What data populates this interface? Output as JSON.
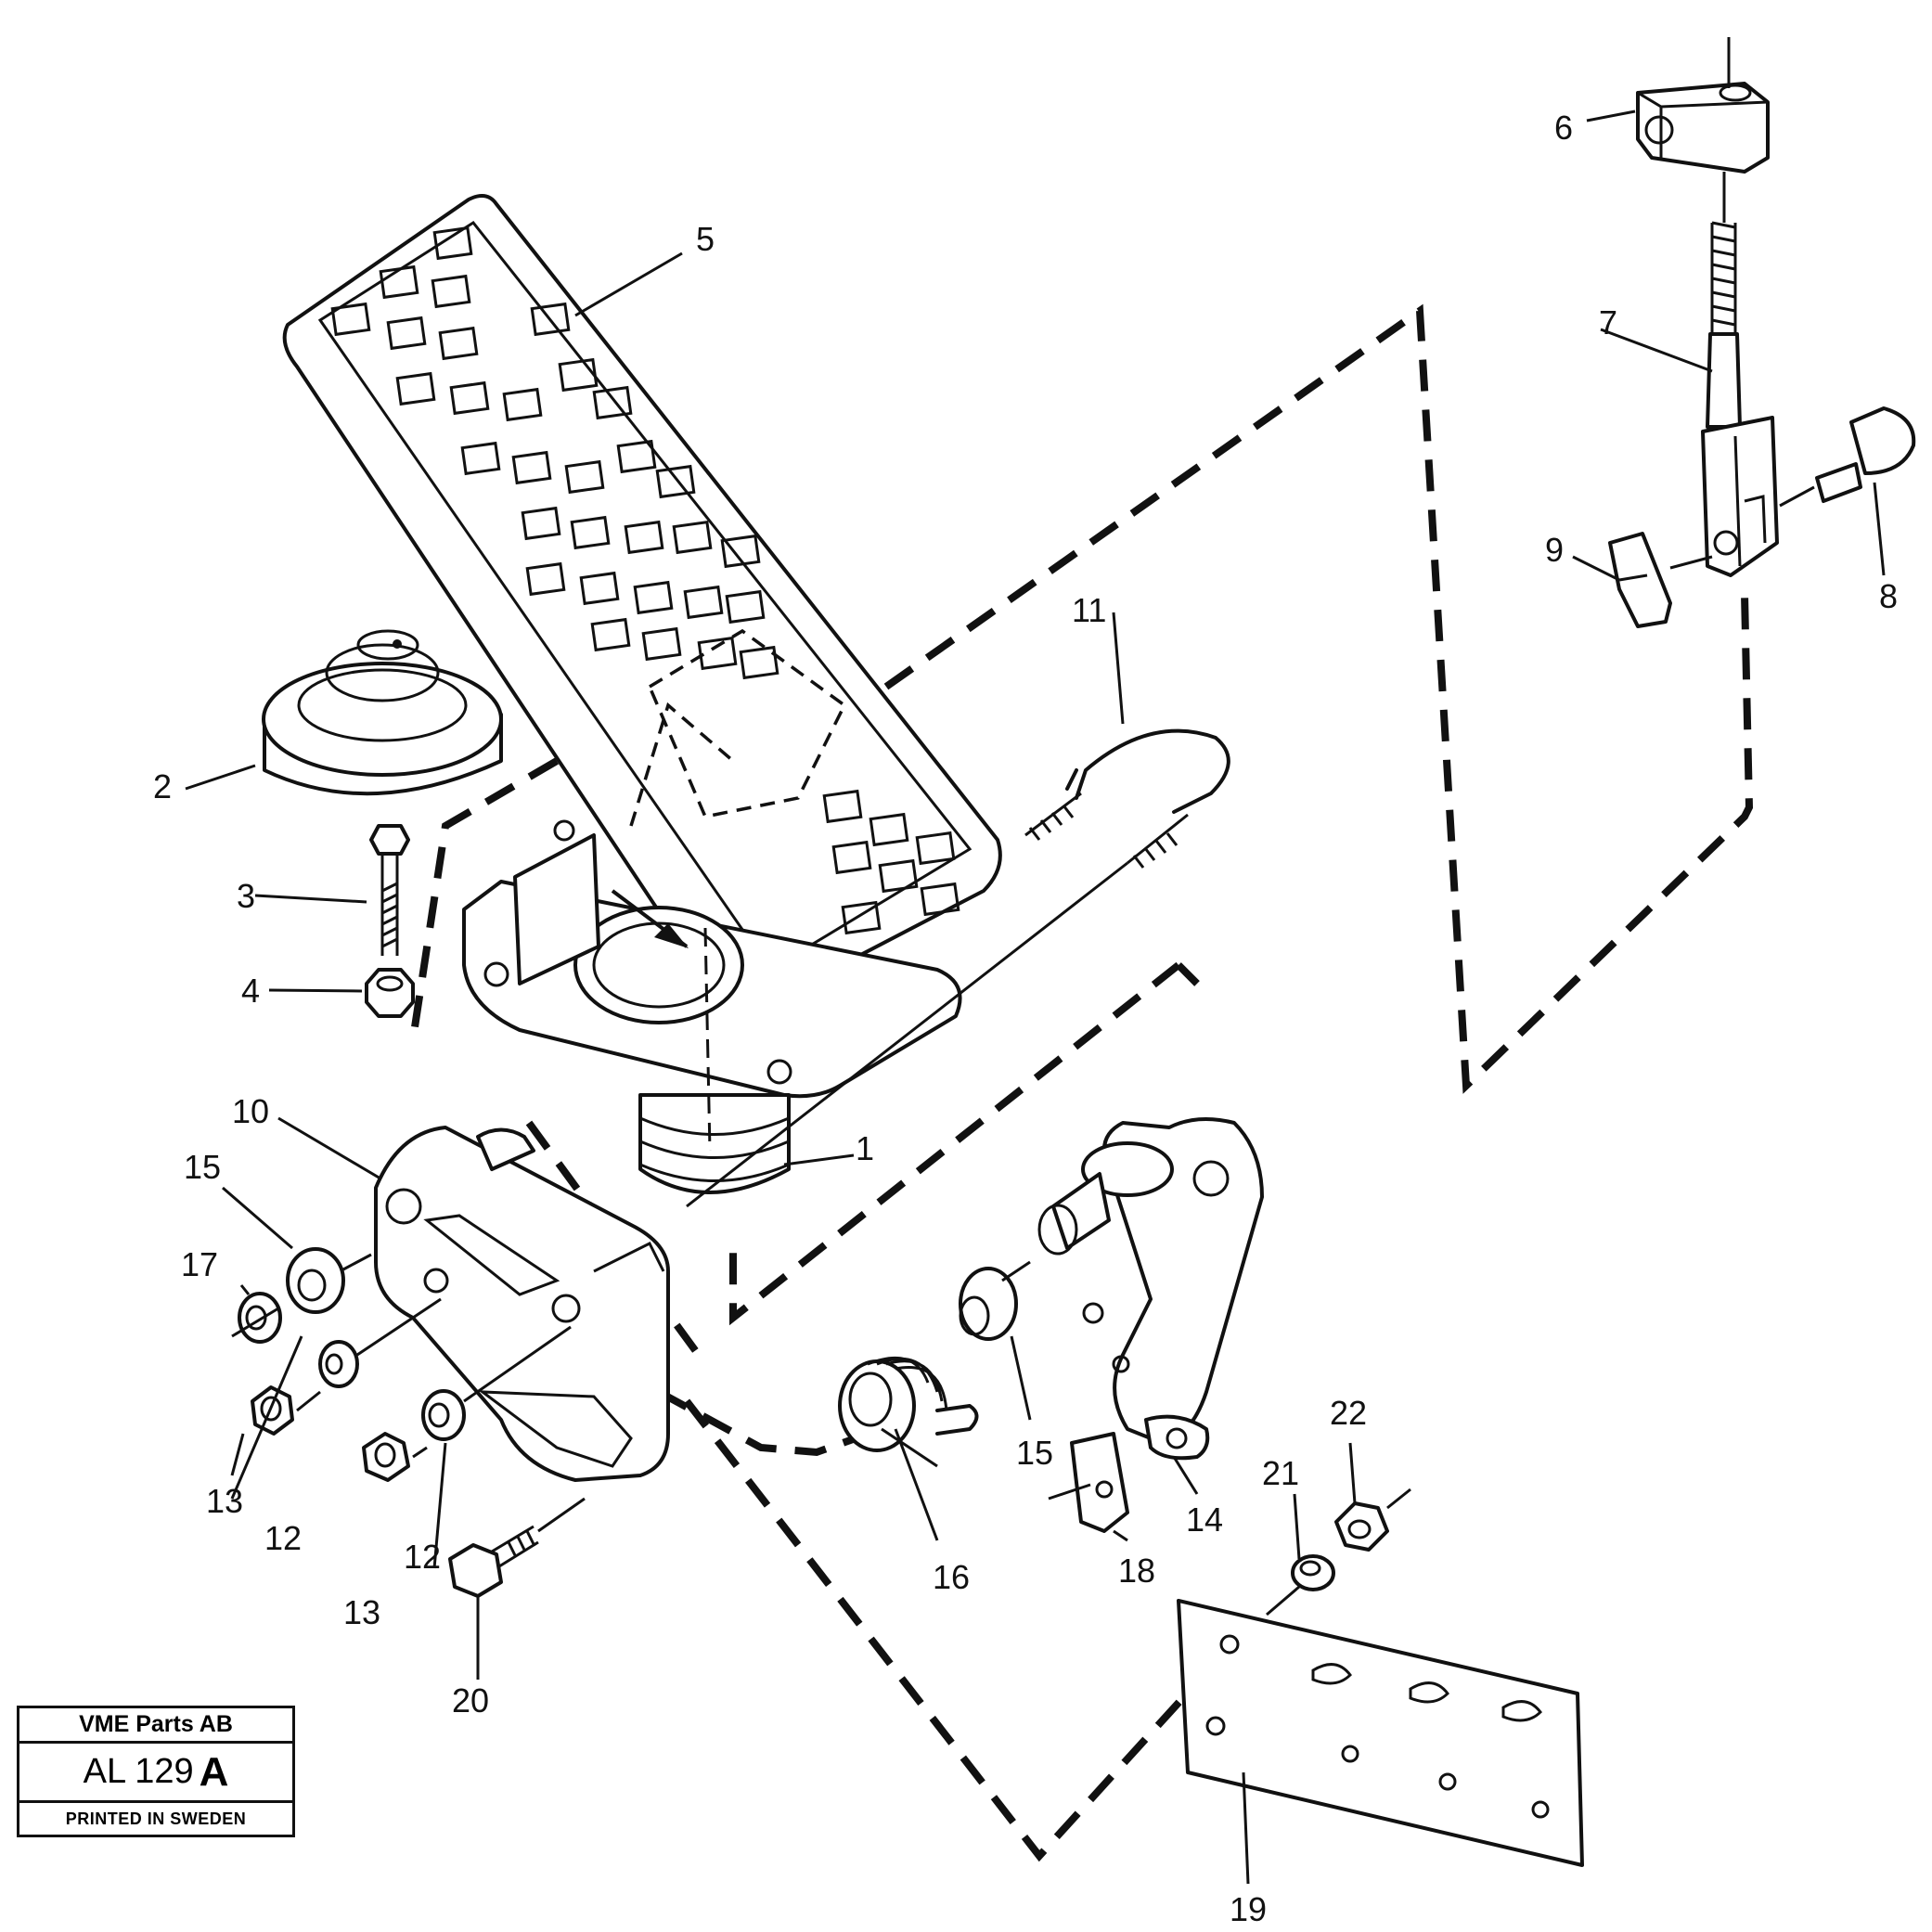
{
  "title_block": {
    "company": "VME Parts AB",
    "drawing_code": "AL 129",
    "revision": "A",
    "printed": "PRINTED IN SWEDEN"
  },
  "callouts": {
    "c1": "1",
    "c2": "2",
    "c3": "3",
    "c4": "4",
    "c5": "5",
    "c6": "6",
    "c7": "7",
    "c8": "8",
    "c9": "9",
    "c10": "10",
    "c11": "11",
    "c12a": "12",
    "c12b": "12",
    "c13a": "13",
    "c13b": "13",
    "c14": "14",
    "c15a": "15",
    "c15b": "15",
    "c16": "16",
    "c17": "17",
    "c18": "18",
    "c19": "19",
    "c20": "20",
    "c21": "21",
    "c22": "22"
  }
}
